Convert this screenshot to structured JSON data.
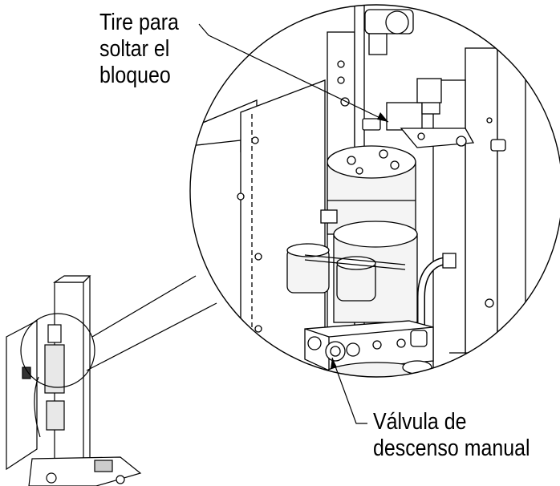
{
  "callouts": {
    "release": {
      "lines": [
        "Tire para",
        "soltar el",
        "bloqueo"
      ]
    },
    "valve": {
      "lines": [
        "Válvula de",
        "descenso manual"
      ]
    }
  },
  "colors": {
    "line": "#000000",
    "background": "#ffffff",
    "shade": "#d9d9d9"
  }
}
